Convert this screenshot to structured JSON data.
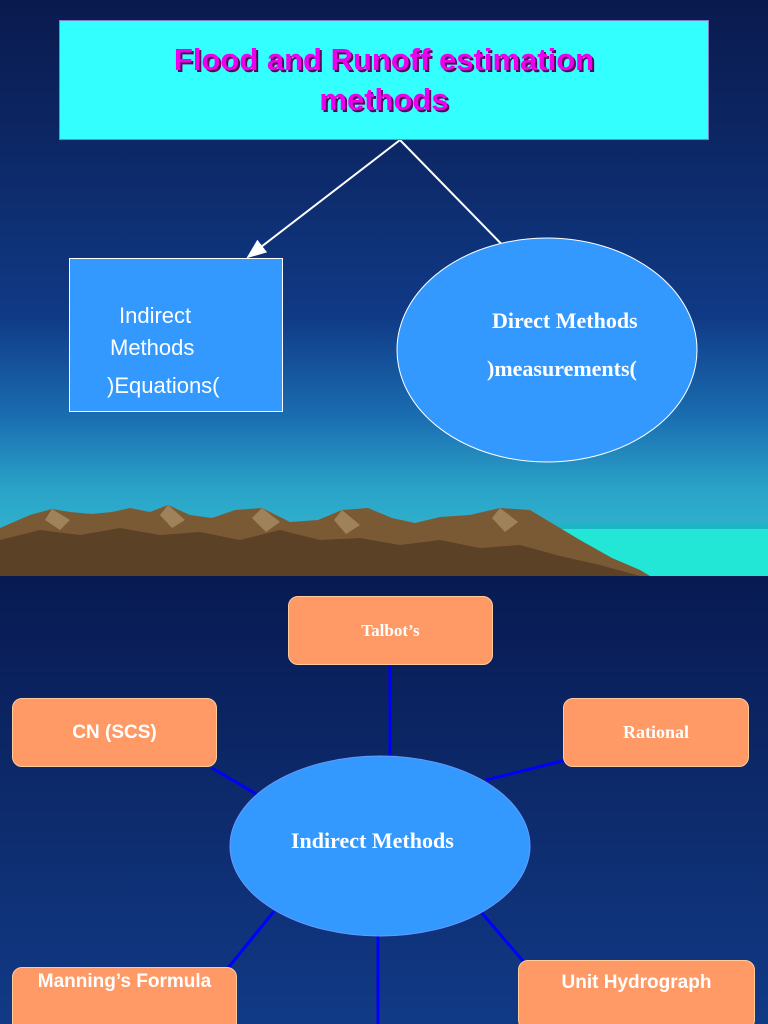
{
  "slide1": {
    "title": "Flood and Runoff estimation methods",
    "indirect_line1": "Indirect",
    "indirect_line2": "Methods",
    "indirect_line3": ")Equations(",
    "direct_line1": "Direct Methods",
    "direct_line2": ")measurements("
  },
  "slide2": {
    "center": "Indirect Methods",
    "talbot": "Talbot’s",
    "cn": "CN (SCS)",
    "rational": "Rational",
    "manning": "Manning’s Formula",
    "unit_hydrograph": "Unit Hydrograph"
  },
  "colors": {
    "title_bg": "#33ffff",
    "title_text": "#ee00ee",
    "box_blue": "#3399ff",
    "box_orange": "#ff9966",
    "connector": "#0000ff"
  }
}
